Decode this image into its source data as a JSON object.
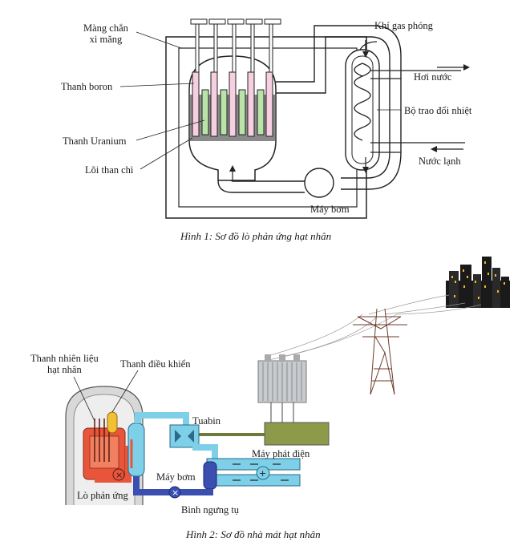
{
  "figure1": {
    "labels": {
      "cement_shield": "Màng chắn\nxi măng",
      "boron_rods": "Thanh boron",
      "uranium_rods": "Thanh Uranium",
      "graphite_core": "Lõi than chì",
      "gas_exhaust": "Khí gas phóng",
      "steam": "Hơi nước",
      "heat_exchanger": "Bộ trao đổi nhiệt",
      "cold_water": "Nước lạnh",
      "pump": "Máy bơm"
    },
    "caption": "Hình 1: Sơ đồ lò phản ứng hạt nhân"
  },
  "figure2": {
    "labels": {
      "fuel_rods": "Thanh nhiên liệu\nhạt nhân",
      "control_rods": "Thanh điều khiển",
      "turbine": "Tuabin",
      "generator": "Máy phát điện",
      "pump": "Máy bơm",
      "reactor": "Lò phản ứng",
      "condenser": "Bình ngưng tụ"
    },
    "caption": "Hình 2: Sơ đồ nhà mát hạt nhân"
  },
  "colors": {
    "boron_rod": "#f6cfe0",
    "uranium_rod": "#b9e3a8",
    "graphite": "#8a8a8a",
    "hot_loop": "#e8553a",
    "steam_loop": "#7ecfe8",
    "condenser_loop": "#3a4fb0",
    "generator": "#8c9a4a",
    "fuel_yellow": "#f2c030"
  }
}
